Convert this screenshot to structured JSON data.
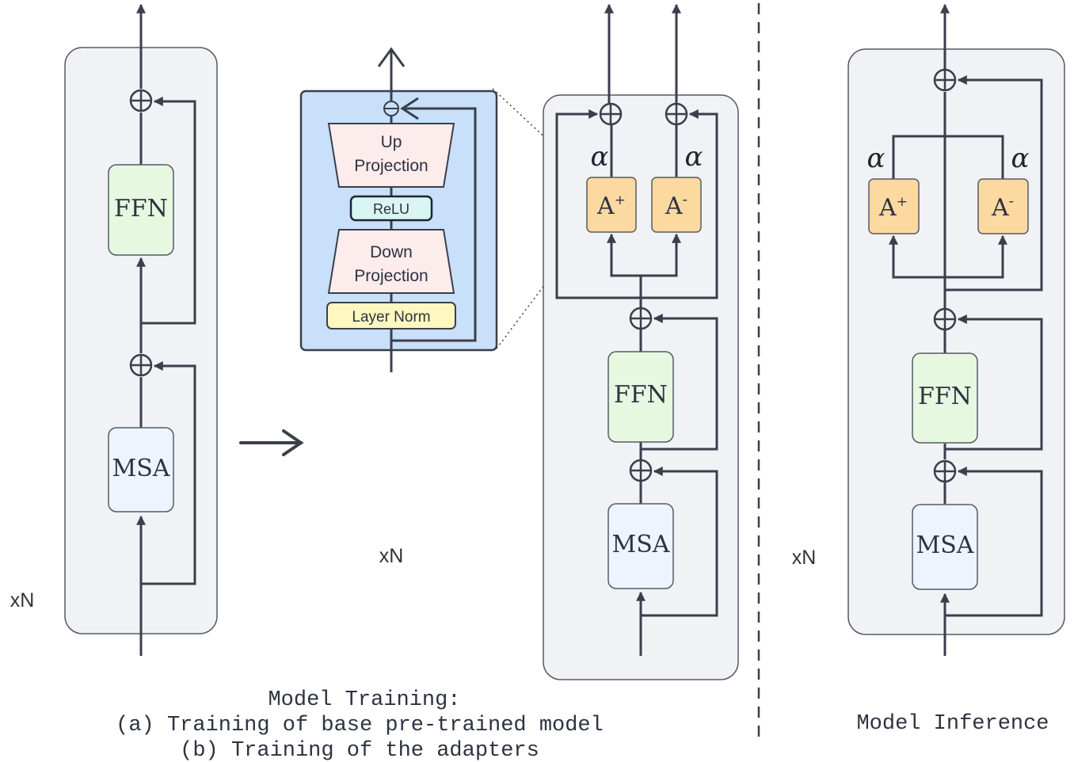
{
  "labels": {
    "ffn": "FFN",
    "msa": "MSA",
    "xn": "xN",
    "up_projection_line1": "Up",
    "up_projection_line2": "Projection",
    "relu": "ReLU",
    "down_projection_line1": "Down",
    "down_projection_line2": "Projection",
    "layer_norm": "Layer Norm",
    "a_plus": "A",
    "a_plus_sup": "+",
    "a_minus": "A",
    "a_minus_sup": "-",
    "alpha": "α"
  },
  "captions": {
    "training_line1": "Model Training:",
    "training_line2": "(a) Training of base pre-trained model",
    "training_line3": "(b) Training of the adapters",
    "inference": "Model Inference"
  },
  "colors": {
    "line": "#3a3f4b",
    "block_bg": "#f1f2f5",
    "block_border": "#555b66",
    "ffn_fill": "#e6f8e0",
    "msa_fill": "#eef4fd",
    "adapter_fill": "#fcd9a0",
    "adapter_panel": "#c9e0fb",
    "proj_fill": "#fdecec",
    "relu_fill": "#d9f6f2",
    "layernorm_fill": "#fdf7c0"
  }
}
